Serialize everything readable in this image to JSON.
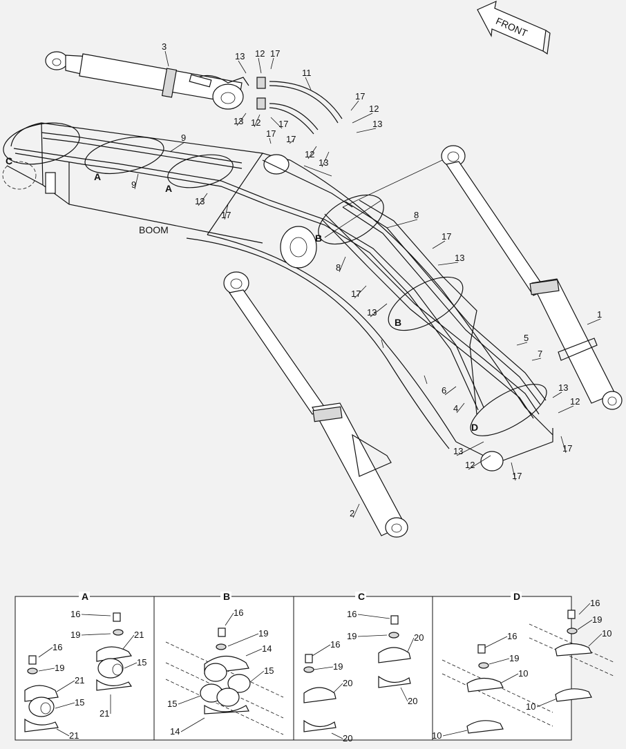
{
  "front_arrow": {
    "label": "FRONT"
  },
  "boom": {
    "label": "BOOM"
  },
  "detail_refs": [
    "A",
    "A",
    "B",
    "B",
    "C",
    "D"
  ],
  "detail_panels": [
    {
      "label": "A",
      "callouts": [
        "16",
        "19",
        "21",
        "15",
        "16",
        "19",
        "21",
        "15",
        "21",
        "21"
      ]
    },
    {
      "label": "B",
      "callouts": [
        "16",
        "19",
        "14",
        "15",
        "15",
        "14"
      ]
    },
    {
      "label": "C",
      "callouts": [
        "16",
        "19",
        "20",
        "16",
        "19",
        "20",
        "20",
        "20"
      ]
    },
    {
      "label": "D",
      "callouts": [
        "16",
        "19",
        "10",
        "16",
        "19",
        "10",
        "10",
        "10"
      ]
    }
  ],
  "main_callouts": [
    "3",
    "13",
    "12",
    "17",
    "11",
    "13",
    "12",
    "17",
    "17",
    "12",
    "13",
    "17",
    "17",
    "12",
    "13",
    "9",
    "9",
    "13",
    "17",
    "8",
    "8",
    "17",
    "13",
    "17",
    "13",
    "1",
    "5",
    "7",
    "6",
    "4",
    "13",
    "12",
    "17",
    "13",
    "12",
    "17",
    "2"
  ]
}
